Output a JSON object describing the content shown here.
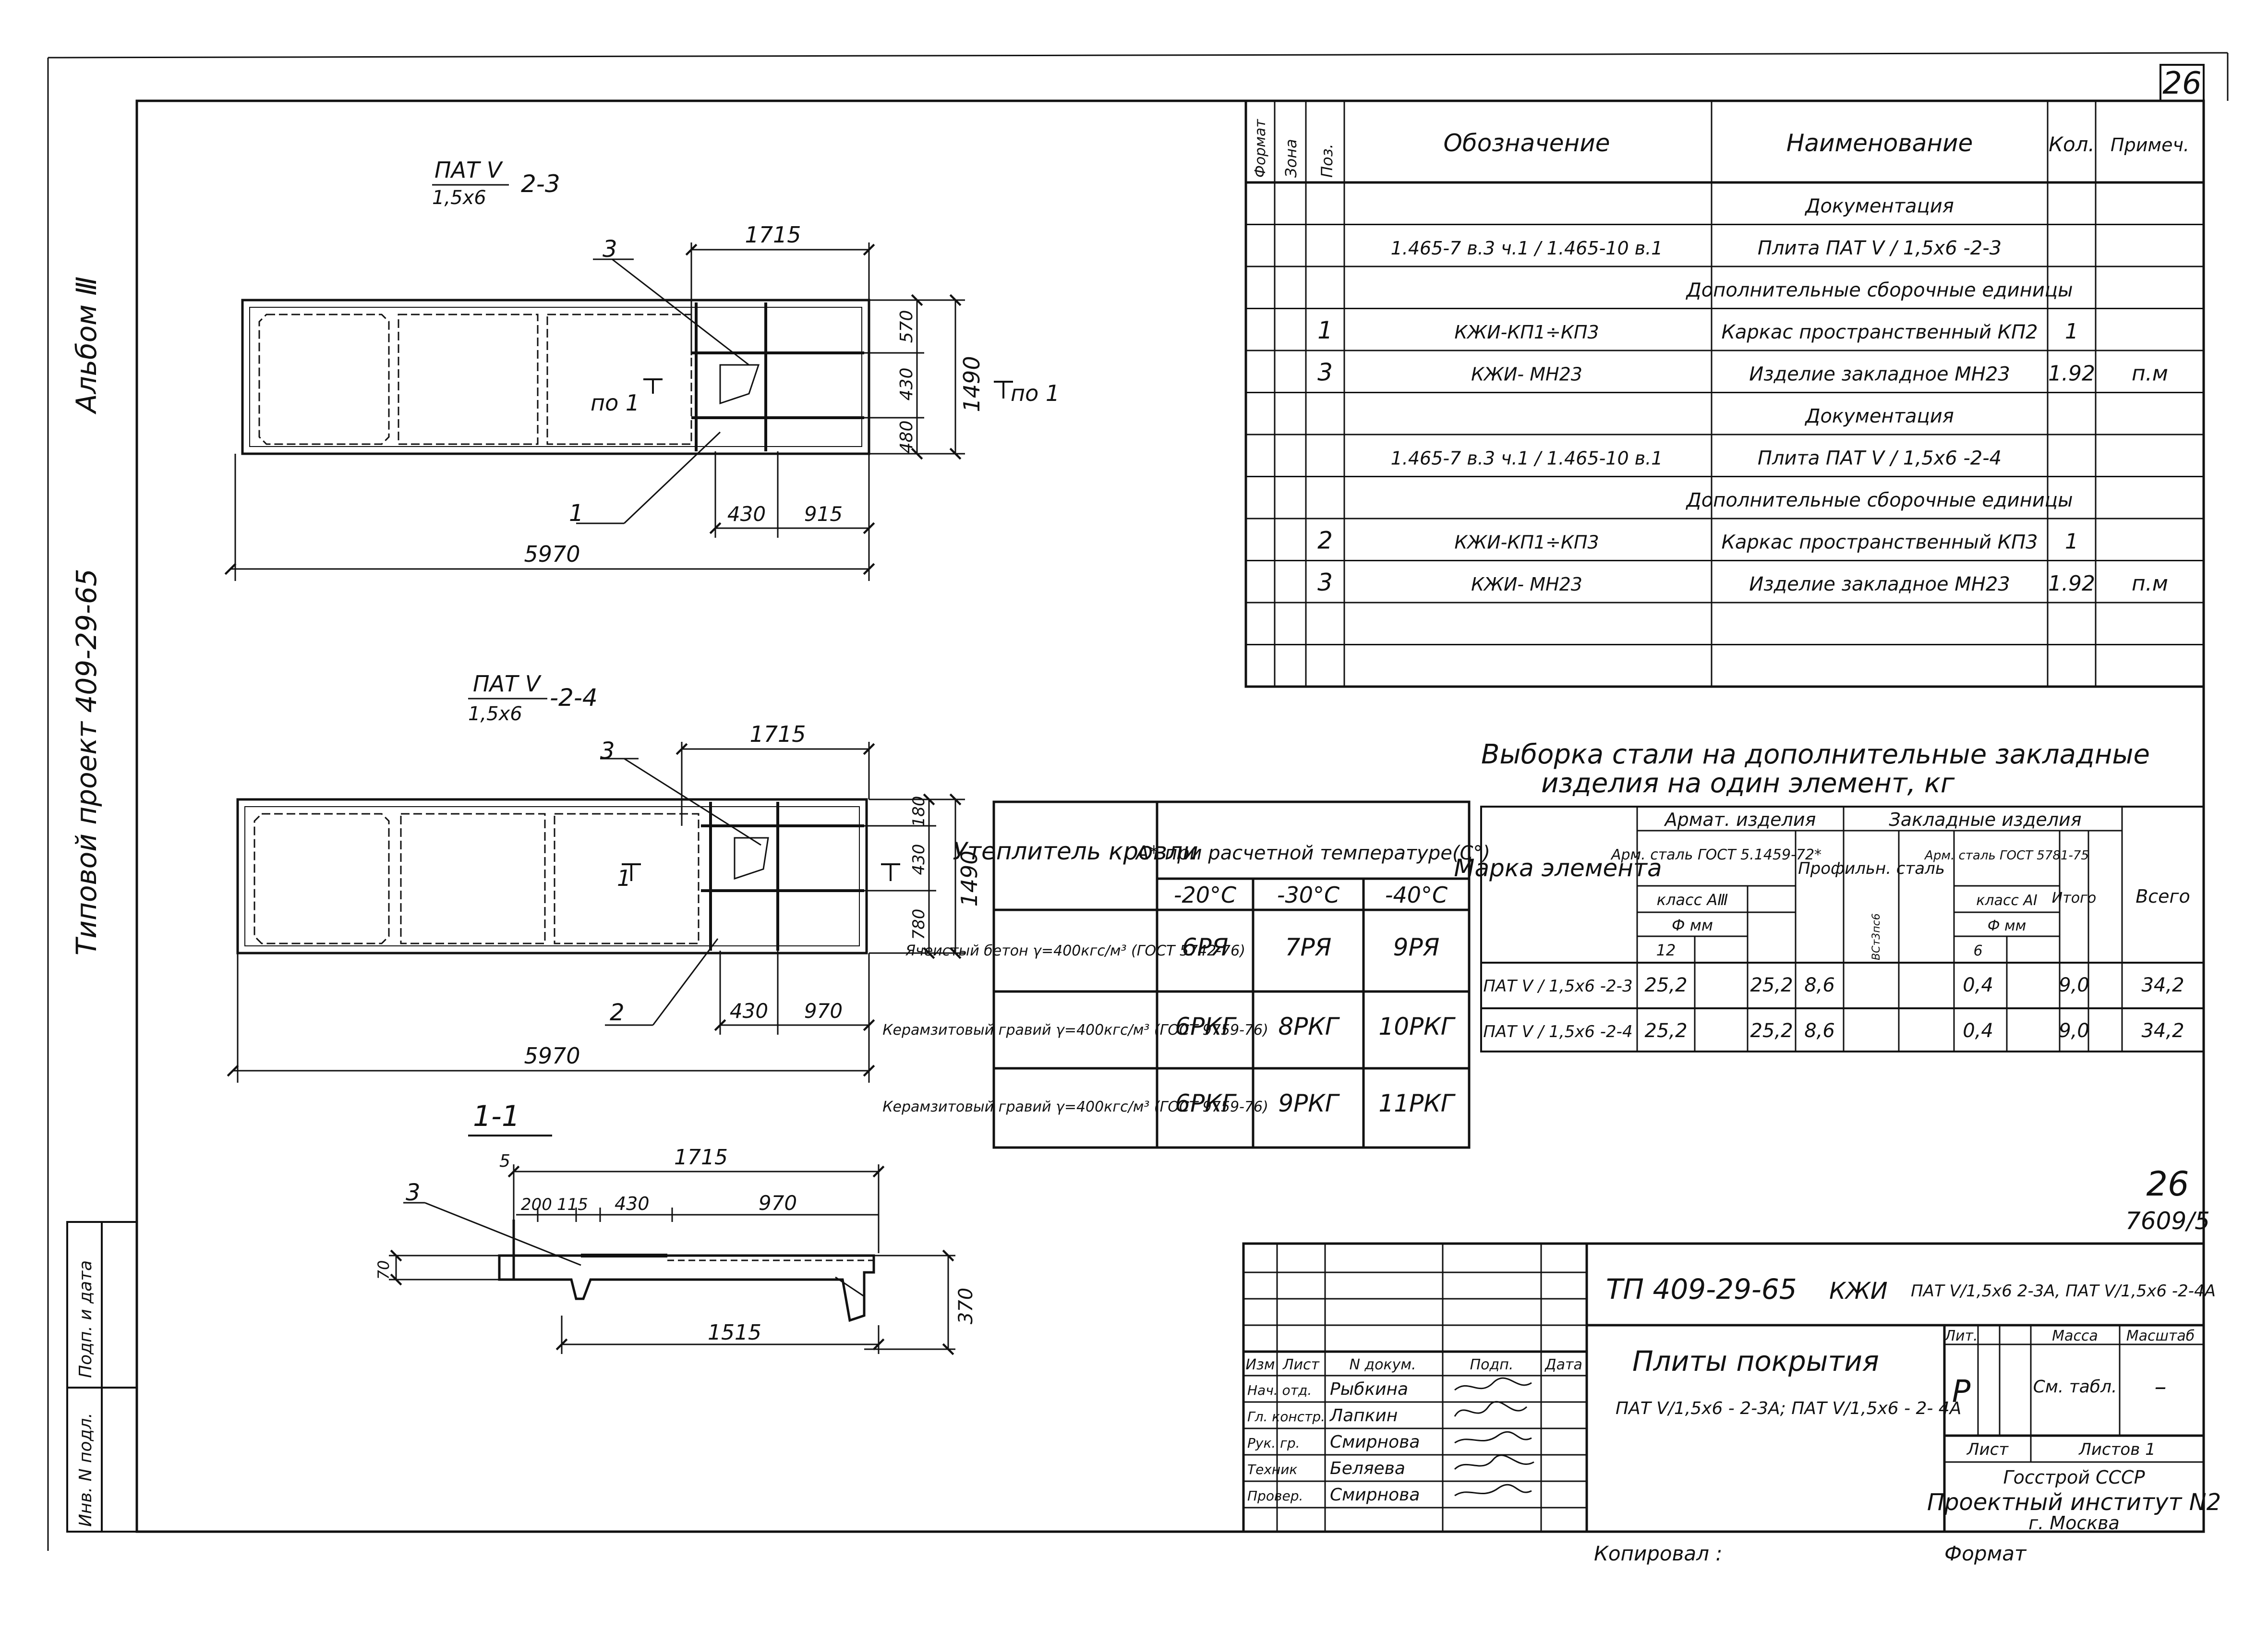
{
  "sheet_number": "26",
  "side_album": "Альбом Ⅲ",
  "side_project": "Типовой проект 409-29-65",
  "left_strip": {
    "inv": "Инв. N подл.",
    "sign_date": "Подп. и дата"
  },
  "spec": {
    "headers": {
      "format": "Формат",
      "zone": "Зона",
      "pos": "Поз.",
      "designation": "Обозначение",
      "name": "Наименование",
      "qty": "Кол.",
      "note": "Примеч."
    },
    "rows": [
      {
        "pos": "",
        "designation": "",
        "name": "Документация",
        "qty": "",
        "note": ""
      },
      {
        "pos": "",
        "designation": "1.465-7 в.3 ч.1 / 1.465-10 в.1",
        "name": "Плита ПАТ Ⅴ / 1,5x6 -2-3",
        "qty": "",
        "note": ""
      },
      {
        "pos": "",
        "designation": "",
        "name": "Дополнительные сборочные единицы",
        "qty": "",
        "note": ""
      },
      {
        "pos": "1",
        "designation": "КЖИ-КП1÷КП3",
        "name": "Каркас пространственный КП2",
        "qty": "1",
        "note": ""
      },
      {
        "pos": "3",
        "designation": "КЖИ- МН23",
        "name": "Изделие закладное МН23",
        "qty": "1.92",
        "note": "п.м"
      },
      {
        "pos": "",
        "designation": "",
        "name": "Документация",
        "qty": "",
        "note": ""
      },
      {
        "pos": "",
        "designation": "1.465-7 в.3 ч.1 / 1.465-10 в.1",
        "name": "Плита ПАТ Ⅴ / 1,5x6 -2-4",
        "qty": "",
        "note": ""
      },
      {
        "pos": "",
        "designation": "",
        "name": "Дополнительные сборочные единицы",
        "qty": "",
        "note": ""
      },
      {
        "pos": "2",
        "designation": "КЖИ-КП1÷КП3",
        "name": "Каркас пространственный КП3",
        "qty": "1",
        "note": ""
      },
      {
        "pos": "3",
        "designation": "КЖИ- МН23",
        "name": "Изделие закладное МН23",
        "qty": "1.92",
        "note": "п.м"
      },
      {
        "pos": "",
        "designation": "",
        "name": "",
        "qty": "",
        "note": ""
      },
      {
        "pos": "",
        "designation": "",
        "name": "",
        "qty": "",
        "note": ""
      }
    ]
  },
  "drawings": {
    "plan1": {
      "mark_top": "ПАТ Ⅴ",
      "mark_bottom": "1,5x6",
      "suffix": "2-3",
      "dim_top": "1715",
      "dim_total": "5970",
      "dim_a": "430",
      "dim_b": "915",
      "dim_h": "1490",
      "dim_h1": "570",
      "dim_h2": "430",
      "dim_h3": "480",
      "callout_3": "3",
      "callout_1": "1",
      "section_left": "по 1",
      "section_right": "по 1"
    },
    "plan2": {
      "mark_top": "ПАТ Ⅴ",
      "mark_bottom": "1,5x6",
      "suffix": "-2-4",
      "dim_top": "1715",
      "dim_total": "5970",
      "dim_a": "430",
      "dim_b": "970",
      "dim_h": "1490",
      "dim_h1": "180",
      "dim_h2": "430",
      "dim_h3": "780",
      "callout_3": "3",
      "callout_2": "2",
      "section_mark": "1"
    },
    "section": {
      "title": "1-1",
      "dim_top": "1715",
      "d5": "5",
      "d200": "200",
      "d115": "115",
      "d430": "430",
      "d970": "970",
      "d1515": "1515",
      "d370": "370",
      "d70": "70",
      "callout_3": "3"
    }
  },
  "insulation_table": {
    "col1": "Утеплитель кровли",
    "head": "А* при расчетной температуре(С°)",
    "temps": [
      "-20°С",
      "-30°С",
      "-40°С"
    ],
    "rows": [
      {
        "name": "Ячеистый бетон γ=400кгс/м³ (ГОСТ 5742-76)",
        "v": [
          "6РЯ",
          "7РЯ",
          "9РЯ"
        ]
      },
      {
        "name": "Керамзитовый гравий γ=400кгс/м³ (ГОСТ 9759-76)",
        "v": [
          "6РКГ",
          "8РКГ",
          "10РКГ"
        ]
      },
      {
        "name": "Керамзитовый гравий γ=400кгс/м³ (ГОСТ 9759-76)",
        "v": [
          "6РКГ",
          "9РКГ",
          "11РКГ"
        ]
      }
    ]
  },
  "steel": {
    "title1": "Выборка стали на дополнительные закладные",
    "title2": "изделия на один элемент, кг",
    "h_mark": "Марка элемента",
    "h_rebar": "Армат. изделия",
    "h_emb": "Закладные изделия",
    "h_armsteel": "Арм. сталь ГОСТ 5.1459-72*",
    "h_class": "класс АⅢ",
    "h_dia": "Ф мм",
    "h_d12": "12",
    "h_profile": "Профильн. сталь",
    "h_profile_small": "ВСт3пс6",
    "h_arm2": "Арм. сталь ГОСТ 5781-75",
    "h_class2": "класс АⅠ",
    "h_dia2": "Ф мм",
    "h_d6": "6",
    "h_itogo": "Итого",
    "h_total": "Всего",
    "rows": [
      {
        "mark": "ПАТ Ⅴ / 1,5x6 -2-3",
        "c12": "25,2",
        "sum1": "25,2",
        "prof": "8,6",
        "c6": "0,4",
        "itogo": "9,0",
        "total": "34,2"
      },
      {
        "mark": "ПАТ Ⅴ / 1,5x6 -2-4",
        "c12": "25,2",
        "sum1": "25,2",
        "prof": "8,6",
        "c6": "0,4",
        "itogo": "9,0",
        "total": "34,2"
      }
    ]
  },
  "stamp": {
    "sheet_big": "26",
    "order": "7609/5",
    "code": "ТП 409-29-65",
    "code_b": "КЖИ",
    "code_marks": "ПАТ Ⅴ/1,5x6 2-3А, ПАТ Ⅴ/1,5x6 -2-4А",
    "title": "Плиты покрытия",
    "title_marks": "ПАТ Ⅴ/1,5x6 - 2-3А; ПАТ Ⅴ/1,5x6 - 2- 4А",
    "cols": [
      "Изм",
      "Лист",
      "N докум.",
      "Подп.",
      "Дата"
    ],
    "people": [
      {
        "role": "Нач. отд.",
        "name": "Рыбкина"
      },
      {
        "role": "Гл. констр.",
        "name": "Лапкин"
      },
      {
        "role": "Рук. гр.",
        "name": "Смирнова"
      },
      {
        "role": "Техник",
        "name": "Беляева"
      },
      {
        "role": "Провер.",
        "name": "Смирнова"
      }
    ],
    "lit_h": "Лит.",
    "mass_h": "Масса",
    "scale_h": "Масштаб",
    "lit_v": "Р",
    "mass_v": "См. табл.",
    "scale_v": "–",
    "sheet_h": "Лист",
    "sheets_h": "Листов 1",
    "org1": "Госстрой СССР",
    "org2": "Проектный институт N2",
    "org3": "г. Москва",
    "copied": "Копировал :",
    "format": "Формат"
  }
}
